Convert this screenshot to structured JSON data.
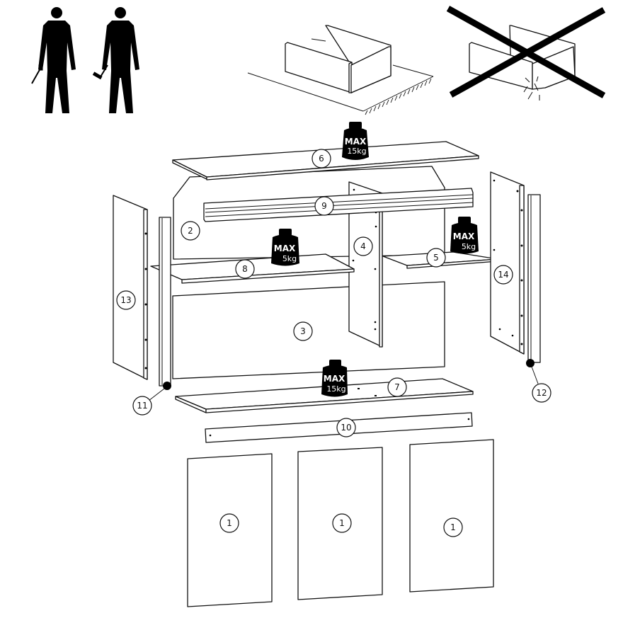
{
  "title": "Sideboard assembly instructions - parts overview",
  "instructions": {
    "people_required": 2,
    "tools": [
      "screwdriver",
      "hammer"
    ],
    "correct_icon": "assemble-on-protected-floor",
    "wrong_icon": "do-not-assemble-on-hard-floor"
  },
  "weights": {
    "top": {
      "line1": "MAX",
      "line2": "15kg"
    },
    "shelf_left": {
      "line1": "MAX",
      "line2": "5kg"
    },
    "shelf_right": {
      "line1": "MAX",
      "line2": "5kg"
    },
    "bottom": {
      "line1": "MAX",
      "line2": "15kg"
    }
  },
  "parts": {
    "p1a": "1",
    "p1b": "1",
    "p1c": "1",
    "p2": "2",
    "p3": "3",
    "p4": "4",
    "p5": "5",
    "p6": "6",
    "p7": "7",
    "p8": "8",
    "p9": "9",
    "p10": "10",
    "p11": "11",
    "p12": "12",
    "p13": "13",
    "p14": "14"
  },
  "colors": {
    "line": "#111111",
    "background": "#ffffff"
  }
}
